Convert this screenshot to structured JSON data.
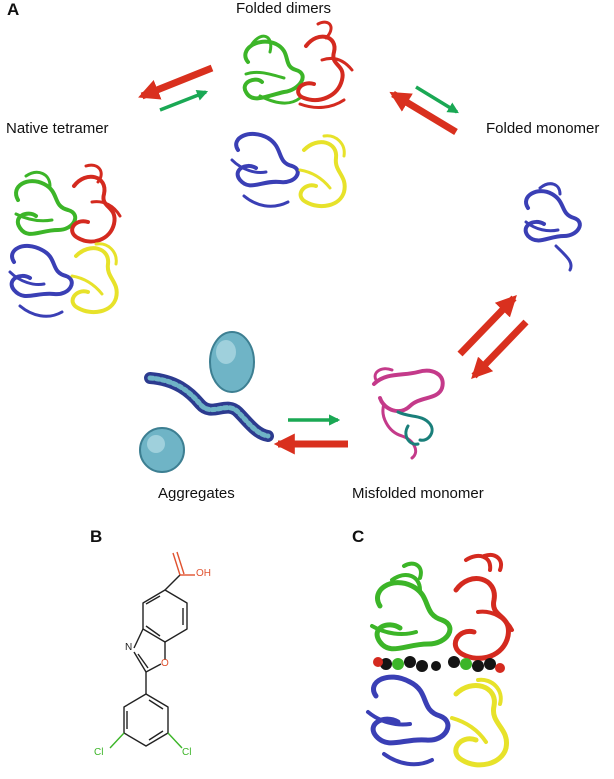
{
  "panels": {
    "a": {
      "letter": "A"
    },
    "b": {
      "letter": "B"
    },
    "c": {
      "letter": "C"
    }
  },
  "states": {
    "folded_dimers": "Folded dimers",
    "native_tetramer": "Native tetramer",
    "folded_monomer": "Folded monomer",
    "aggregates": "Aggregates",
    "misfolded_monomer": "Misfolded monomer"
  },
  "molecule": {
    "acid_group": "OH",
    "ring_oxygen": "O",
    "ring_nitrogen": "N",
    "chlorine_left": "Cl",
    "chlorine_right": "Cl"
  },
  "colors": {
    "red_arrow": "#d9301e",
    "green_arrow": "#1aa854",
    "chain_green": "#3cb528",
    "chain_red": "#d42a1f",
    "chain_blue": "#3a3fb5",
    "chain_yellow": "#e7e22a",
    "misfold_pink": "#c43a8a",
    "misfold_teal": "#1a7f7a",
    "aggregate_cyan": "#6fb4c6",
    "oxygen_red": "#e0522f",
    "chlorine_green": "#3cb528",
    "ligand_black": "#141414"
  }
}
